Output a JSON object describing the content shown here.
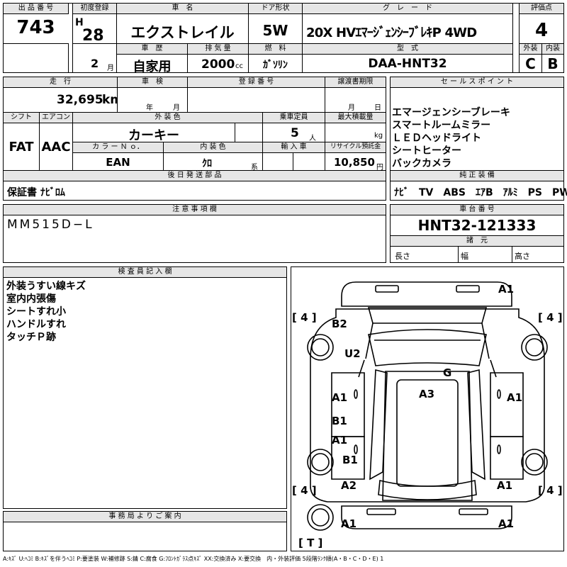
{
  "labels": {
    "lot_no": "出 品 番 号",
    "first_reg": "初度登録",
    "car_name": "車　名",
    "door": "ドア形状",
    "grade": "グ　レ　ー　ド",
    "rating": "評価点",
    "year_unit": "年",
    "month_unit": "月",
    "history": "車　歴",
    "displacement": "排 気 量",
    "fuel": "燃　料",
    "model_type": "型　式",
    "exterior": "外装",
    "interior": "内装",
    "mileage": "走　行",
    "inspection": "車　検",
    "reg_no": "登 録 番 号",
    "transfer": "譲渡書期限",
    "sales_points": "セ ー ル ス ポ イ ン ト",
    "shift": "シフト",
    "aircon": "エアコン",
    "ext_color": "外 装 色",
    "capacity": "乗車定員",
    "max_load": "最大積載量",
    "color_no": "カ ラ ー Ｎ ｏ．",
    "int_color": "内 装 色",
    "import": "輸 入 車",
    "recycle": "リサイクル預託金",
    "later_parts": "後 日 発 送 部 品",
    "genuine": "純 正 装 備",
    "notes": "注 意 事 項 欄",
    "chassis": "車 台 番 号",
    "specs": "諸　元",
    "length": "長さ",
    "width": "幅",
    "height": "高さ",
    "inspector": "検 査 員 記 入 欄",
    "office": "事 務 局 よ り ご 案 内",
    "cc": "cc",
    "km": "km",
    "kg": "kg",
    "person": "人",
    "yen": "円",
    "kei": "系",
    "insp_year": "年",
    "insp_month": "月",
    "transfer_month": "月",
    "transfer_day": "日"
  },
  "vehicle": {
    "lot_no": "743",
    "era": "H",
    "year": "28",
    "month": "2",
    "car_name": "エクストレイル",
    "door": "5W",
    "grade": "20X HVｴﾏｰｼﾞｪﾝｼｰﾌﾞﾚｷP 4WD",
    "rating": "4",
    "history": "自家用",
    "displacement": "2000",
    "fuel": "ｶﾞｿﾘﾝ",
    "model_type": "DAA-HNT32",
    "exterior_grade": "C",
    "interior_grade": "B",
    "mileage": "32,695",
    "shift": "FAT",
    "aircon": "AAC",
    "ext_color": "カーキー",
    "capacity": "5",
    "color_no": "EAN",
    "int_color": "ｸﾛ",
    "recycle": "10,850",
    "later_parts": "保証書 ﾅﾋﾞﾛﾑ",
    "genuine": "ﾅﾋﾞ　TV　ABS　ｴｱB　ｱﾙﾐ　PS　PW",
    "notes": "MM515D−L",
    "chassis": "HNT32-121333"
  },
  "sales_points": [
    "エマージェンシーブレーキ",
    "スマートルームミラー",
    "ＬＥＤヘッドライト",
    "シートヒーター",
    "バックカメラ"
  ],
  "inspector_notes": [
    "外装うすい線キズ",
    "室内内張傷",
    "シートすれ小",
    "ハンドルすれ",
    "タッチＰ跡"
  ],
  "damage": {
    "front_bumper": "A1",
    "front_left_fender": "B2",
    "hood": "U2",
    "windshield": "G",
    "roof": "A3",
    "left_front_door": "A1",
    "right_front_door": "A1",
    "left_rear_door_upper": "B1",
    "left_rear_door_lower": "A1",
    "left_rear_fender": "B1",
    "left_rear_quarter": "A2",
    "right_rear_quarter": "A1",
    "rear_bumper_left": "A1",
    "rear_bumper_right": "A1"
  },
  "tires": {
    "front_left": "4",
    "front_right": "4",
    "rear_left": "4",
    "rear_right": "4",
    "spare": "T"
  },
  "legend": "A:ｷｽﾞ U:ﾍｺﾐ B:ｷｽﾞを伴うﾍｺﾐ P:要塗装 W:補修跡 S:錆 C:腐食 G:ﾌﾛﾝﾄｶﾞﾗｽ点ｷｽﾞ XX:交換済み X:要交換　内・外装評価 5段階ﾗﾝｸ順(A・B・C・D・E) 1"
}
